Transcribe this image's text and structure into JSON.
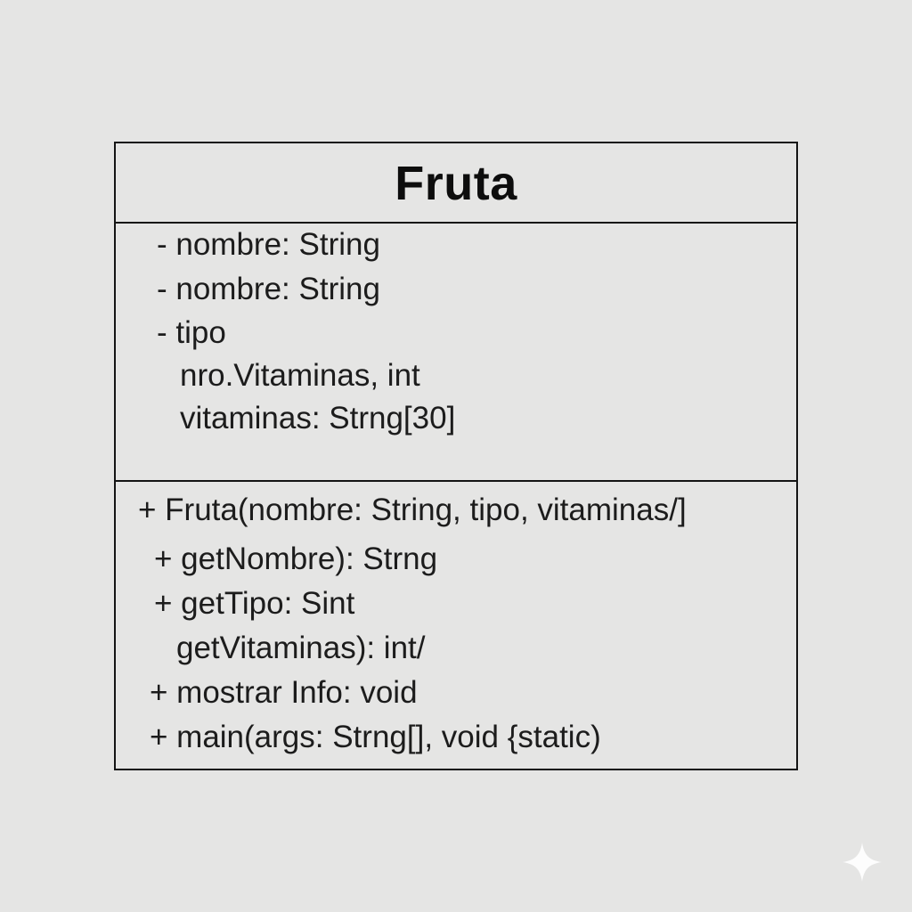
{
  "class_name": "Fruta",
  "attributes": [
    "- nombre: String",
    "- nombre: String",
    "- tipo",
    "nro.Vitaminas, int",
    "vitaminas: Strng[30]"
  ],
  "operations": [
    "+ Fruta(nombre: String, tipo, vitaminas/]",
    "+ getNombre): Strng",
    "+ getTipo: Sint",
    "getVitaminas):  int/",
    "+ mostrar Info: void",
    "+ main(args: Strng[], void {static)"
  ],
  "watermark_icon": "sparkle-icon"
}
